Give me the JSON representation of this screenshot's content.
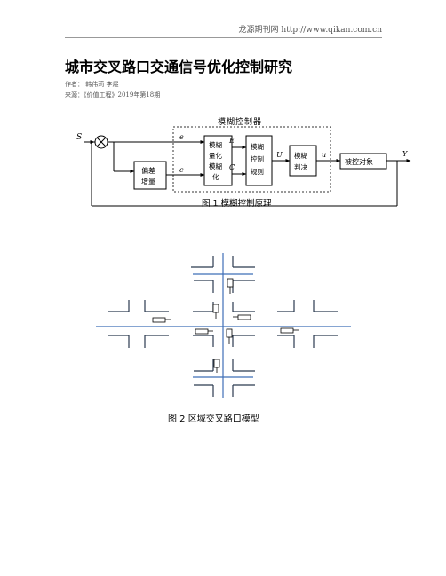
{
  "header": {
    "site": "龙源期刊网 http://www.qikan.com.cn"
  },
  "article": {
    "title": "城市交叉路口交通信号优化控制研究",
    "authors": "作者：  韩伟莉 李煜",
    "source": "来源：《价值工程》2019年第18期"
  },
  "figure1": {
    "caption": "图 1   模糊控制原理",
    "controller_label": "模糊控制器",
    "blocks": {
      "quantize": [
        "模糊",
        "量化",
        "模糊",
        "化"
      ],
      "rules": [
        "模糊",
        "控制",
        "规则"
      ],
      "decide": [
        "模糊",
        "判决"
      ],
      "deviation": [
        "偏差",
        "增量"
      ],
      "plant": "被控对象"
    },
    "signals": {
      "s": "S",
      "e": "e",
      "c": "c",
      "E": "E",
      "C": "C",
      "U": "U",
      "u": "u",
      "y": "Y"
    }
  },
  "figure2": {
    "caption": "图 2   区域交叉路口模型",
    "colors": {
      "road": "#2b3a4f",
      "link": "#3f6fb8"
    }
  }
}
